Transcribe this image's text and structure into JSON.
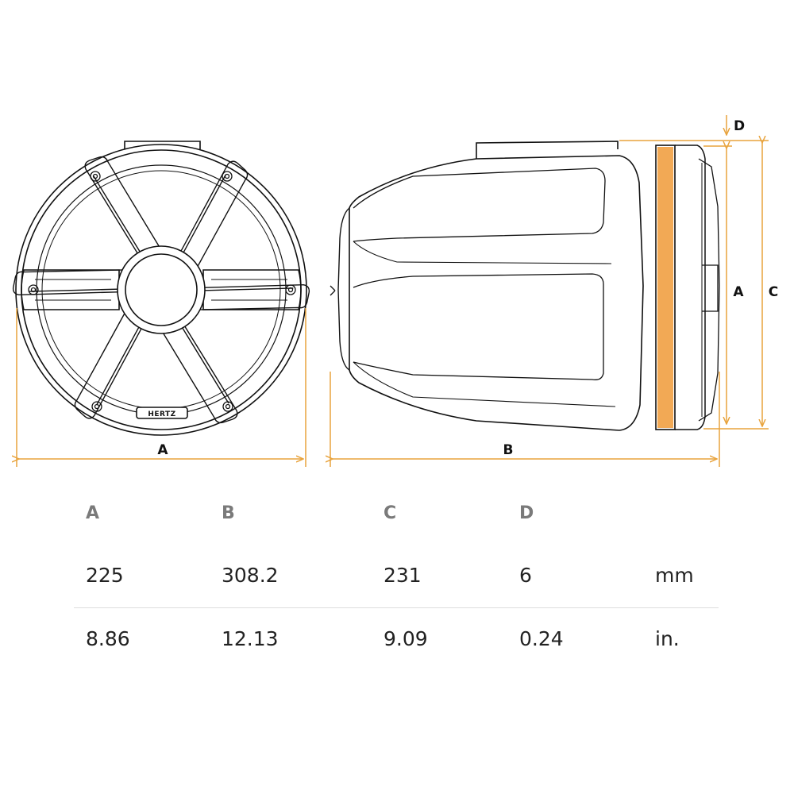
{
  "colors": {
    "dimension": "#e8a33d",
    "stripe": "#f2a955",
    "outline": "#111111",
    "header_text": "#7a7a7a"
  },
  "drawing": {
    "front_view": {
      "logo": "HERTZ",
      "dimension_label": "A"
    },
    "side_view": {
      "dimension_labels": {
        "width": "B",
        "a": "A",
        "c": "C",
        "d": "D"
      }
    }
  },
  "specs": {
    "headers": [
      "A",
      "B",
      "C",
      "D"
    ],
    "rows": [
      {
        "values": [
          "225",
          "308.2",
          "231",
          "6"
        ],
        "unit": "mm"
      },
      {
        "values": [
          "8.86",
          "12.13",
          "9.09",
          "0.24"
        ],
        "unit": "in."
      }
    ]
  }
}
